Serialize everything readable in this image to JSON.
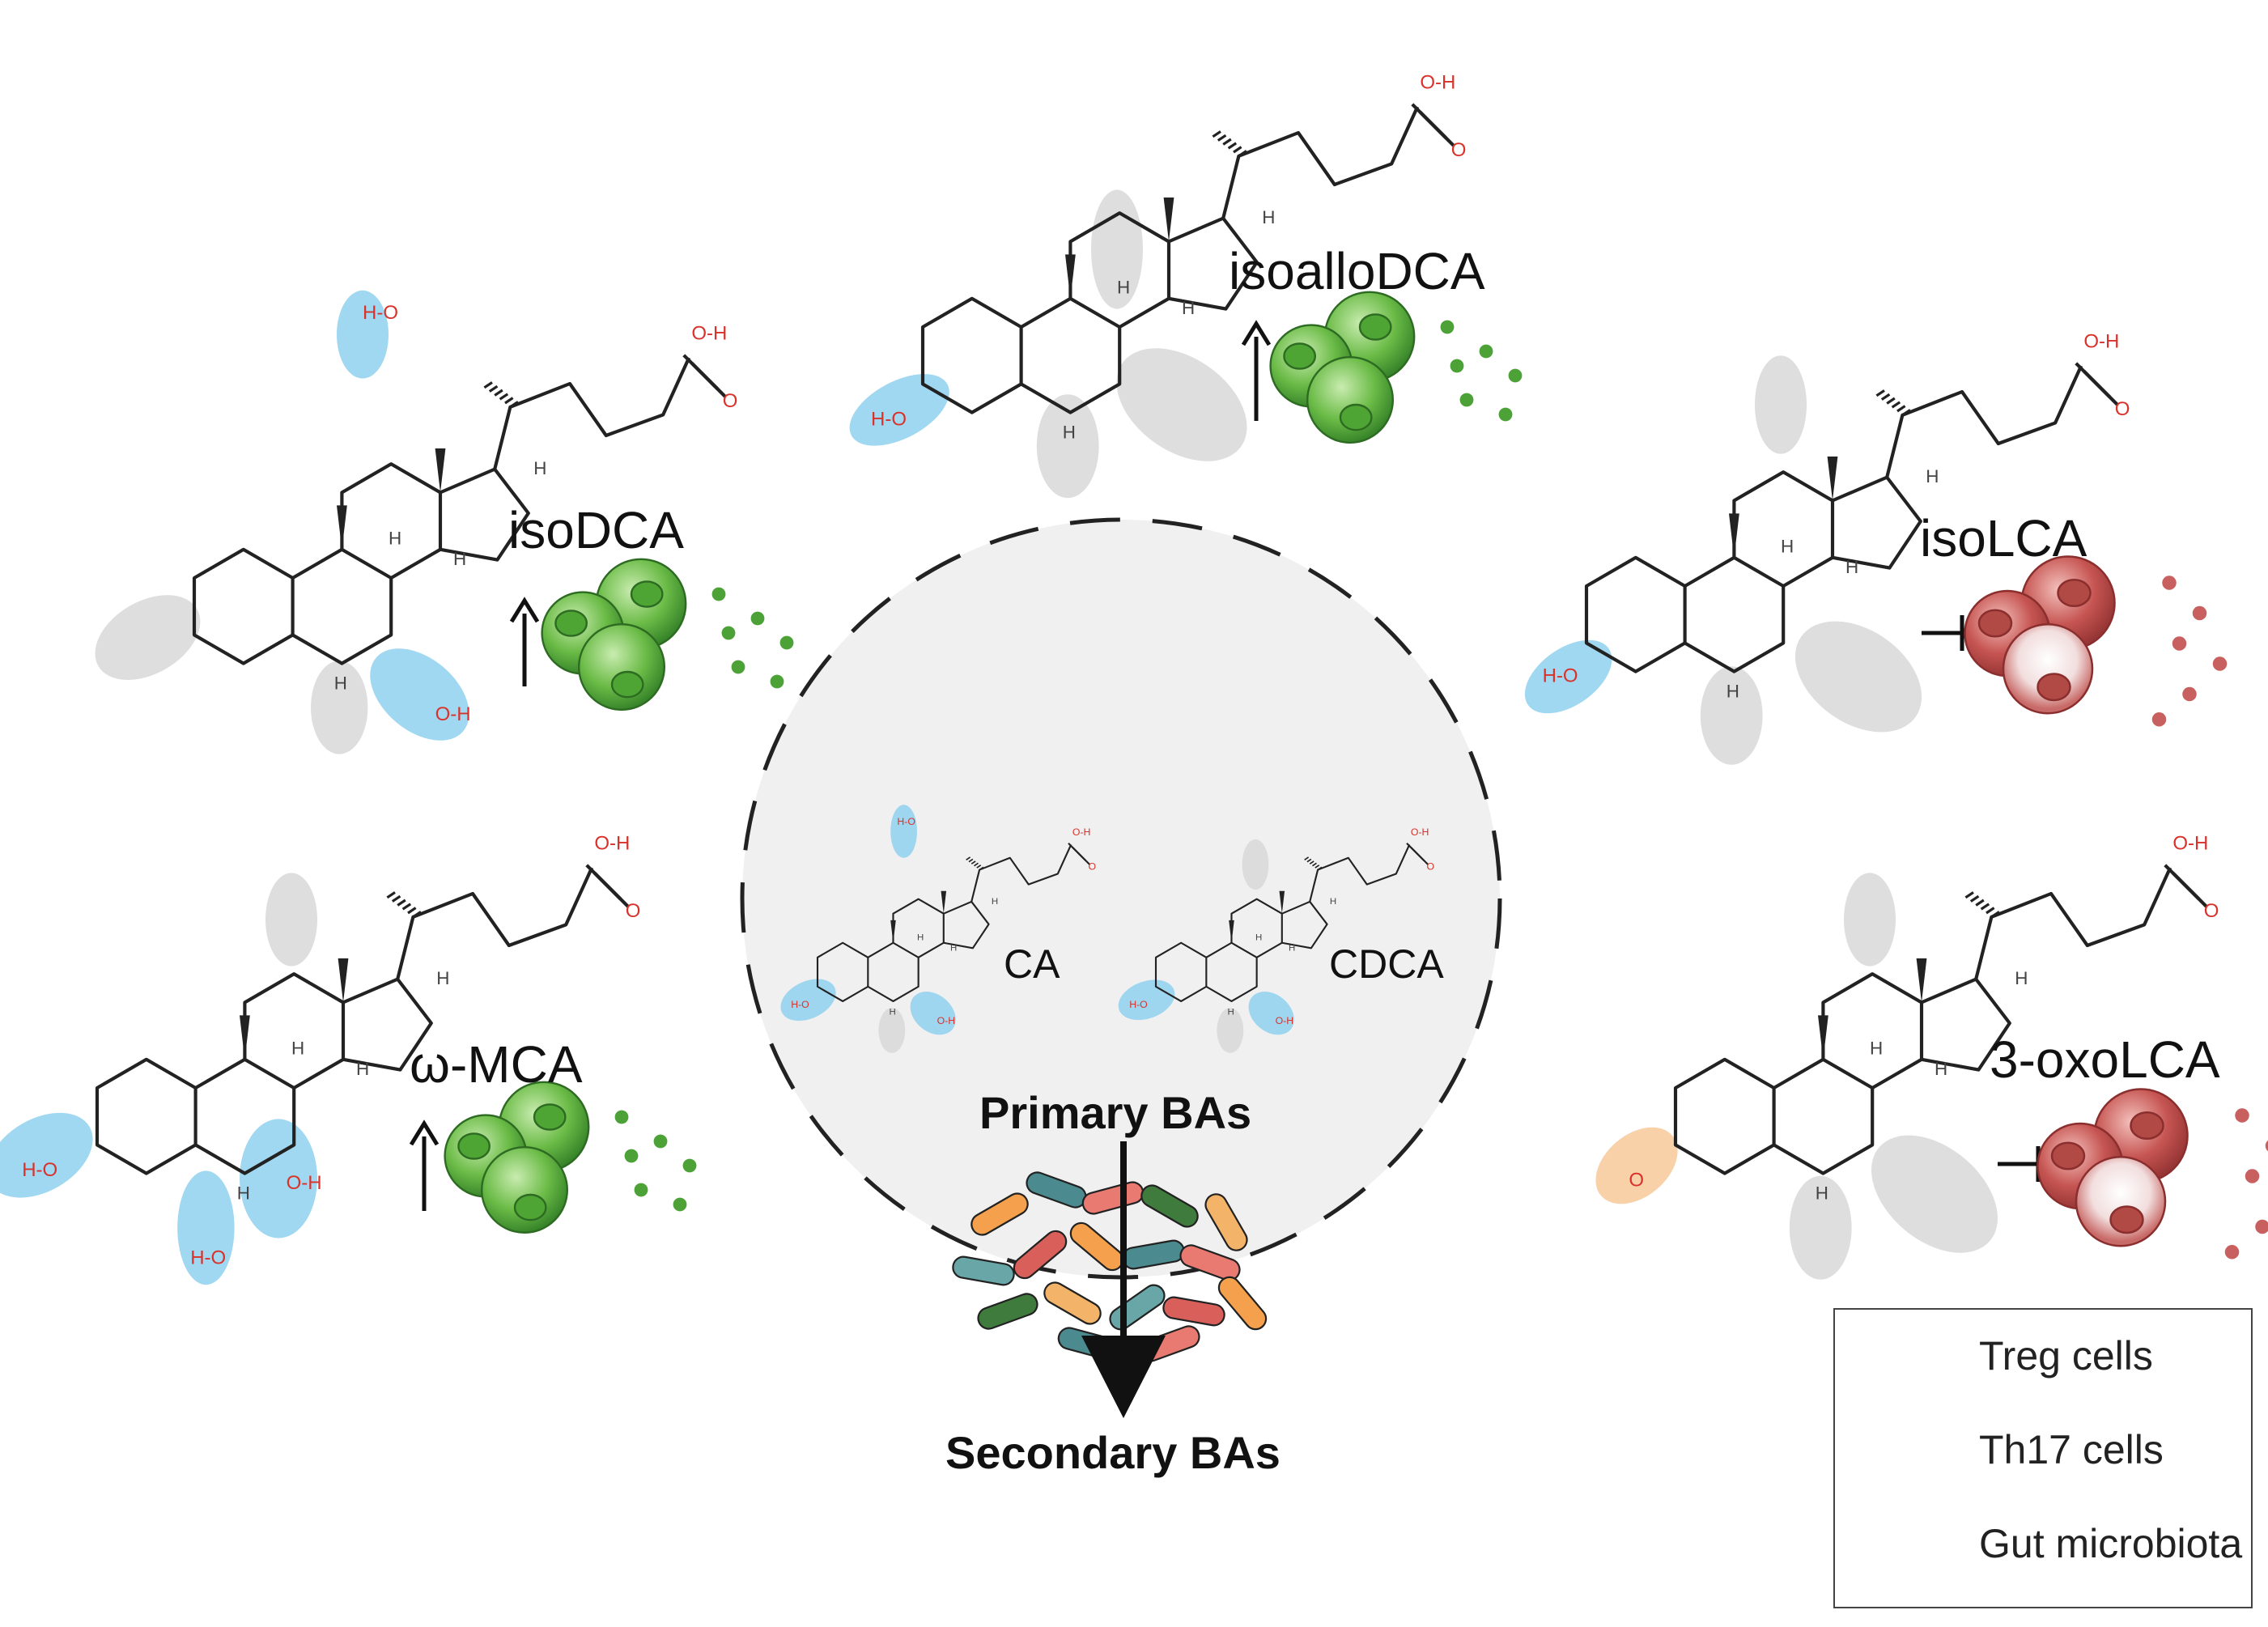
{
  "molecules": [
    {
      "name": "isoalloDCA",
      "effect": "up",
      "cell": "treg"
    },
    {
      "name": "isoDCA",
      "effect": "up",
      "cell": "treg"
    },
    {
      "name": "isoLCA",
      "effect": "inhibit",
      "cell": "th17"
    },
    {
      "name": "ω-MCA",
      "effect": "up",
      "cell": "treg"
    },
    {
      "name": "3-oxoLCA",
      "effect": "inhibit",
      "cell": "th17"
    }
  ],
  "primary": {
    "cpd1": "CA",
    "cpd2": "CDCA",
    "title": "Primary BAs"
  },
  "secondary_title": "Secondary BAs",
  "atoms": {
    "h": "H",
    "o": "O",
    "oh": "O-H",
    "ho": "H-O"
  },
  "legend": [
    {
      "label": "Treg cells",
      "icon": "treg-cells-icon"
    },
    {
      "label": "Th17 cells",
      "icon": "th17-cells-icon"
    },
    {
      "label": "Gut microbiota",
      "icon": "gut-microbiota-icon"
    }
  ],
  "colors": {
    "blue_highlight": "#8fd0ef",
    "grey_highlight": "#d8d8d8",
    "orange_highlight": "#f7c99a",
    "treg_green": "#5fae3f",
    "th17_red": "#c8595a",
    "oxygen": "#d8322b",
    "circle_fill": "#f0f0f0"
  }
}
